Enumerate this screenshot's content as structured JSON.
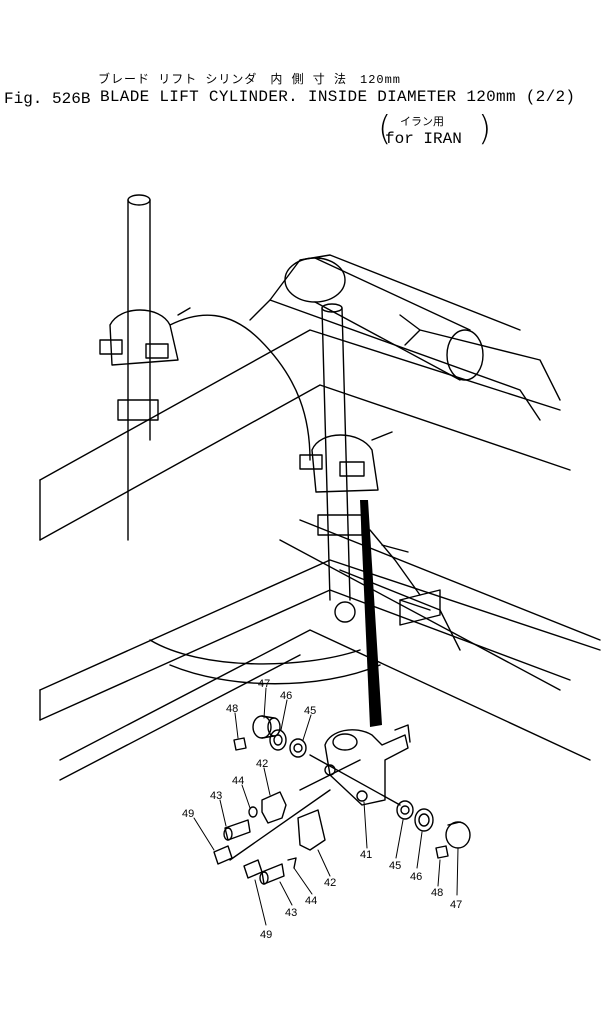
{
  "header": {
    "jp_title": "ブレード リフト シリンダ　内 側 寸 法　120mm",
    "fig_no": "Fig. 526B",
    "en_title": "BLADE LIFT CYLINDER. INSIDE DIAMETER 120mm (2/2)",
    "note_jp": "イラン用",
    "note_en": "for IRAN"
  },
  "callouts": {
    "c47a": "47",
    "c48a": "48",
    "c46a": "46",
    "c45a": "45",
    "c44a": "44",
    "c42a": "42",
    "c43a": "43",
    "c49a": "49",
    "c41": "41",
    "c45b": "45",
    "c46b": "46",
    "c48b": "48",
    "c47b": "47",
    "c42b": "42",
    "c44b": "44",
    "c43b": "43",
    "c49b": "49"
  }
}
